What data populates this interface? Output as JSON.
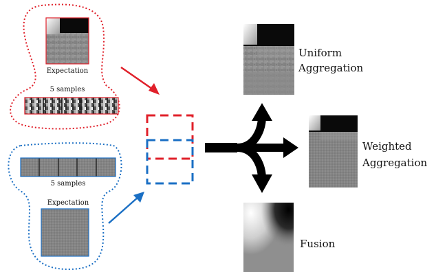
{
  "labels": {
    "expectation_top": "Expectation",
    "samples_top": "5 samples",
    "samples_bottom": "5 samples",
    "expectation_bottom": "Expectation",
    "uniform_line1": "Uniform",
    "uniform_line2": "Aggregation",
    "weighted_line1": "Weighted",
    "weighted_line2": "Aggregation",
    "fusion": "Fusion"
  },
  "colors": {
    "red": "#e0202a",
    "blue": "#1a6fc4",
    "arrow": "#000000",
    "image_gray": "#8a8a8a",
    "image_dark": "#0a0a0a",
    "image_light": "#e8e8e8"
  }
}
